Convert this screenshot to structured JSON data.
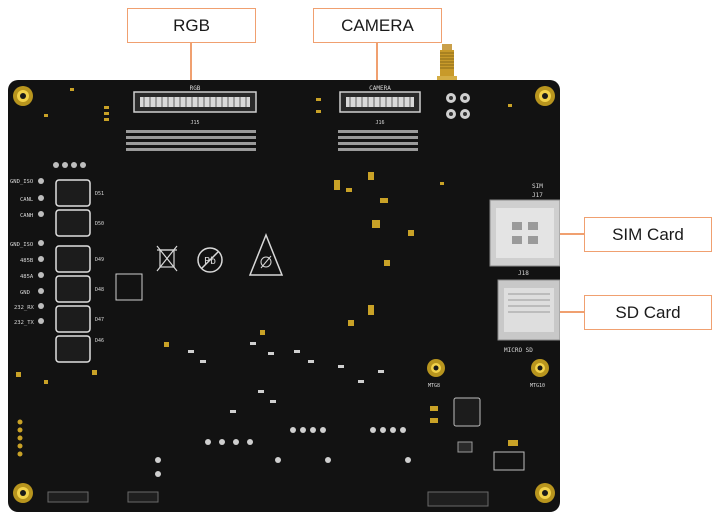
{
  "callouts": {
    "rgb": "RGB",
    "camera": "CAMERA",
    "sim_card": "SIM Card",
    "sd_card": "SD Card"
  },
  "silkscreen": {
    "rgb_connector": "RGB",
    "camera_connector": "CAMERA",
    "j15": "J15",
    "j16": "J16",
    "j17": "J17",
    "j18": "J18",
    "sim": "SIM",
    "micro_sd": "MICRO SD",
    "mtg8": "MTG8",
    "mtg10": "MTG10",
    "gnd_iso_1": "GND_ISO",
    "canl": "CANL",
    "canh": "CANH",
    "gnd_iso_2": "GND_ISO",
    "rs485b": "485B",
    "rs485a": "485A",
    "gnd": "GND",
    "rs232_rx": "232_RX",
    "rs232_tx": "232_TX",
    "d51": "D51",
    "d50": "D50",
    "d49": "D49",
    "d48": "D48",
    "d47": "D47",
    "d46": "D46",
    "pb_mark": "Pb"
  },
  "colors": {
    "board": "#121212",
    "callout_border": "#f0a070",
    "pad_gold": "#c9a227",
    "antenna_gold": "#c89a2a"
  }
}
